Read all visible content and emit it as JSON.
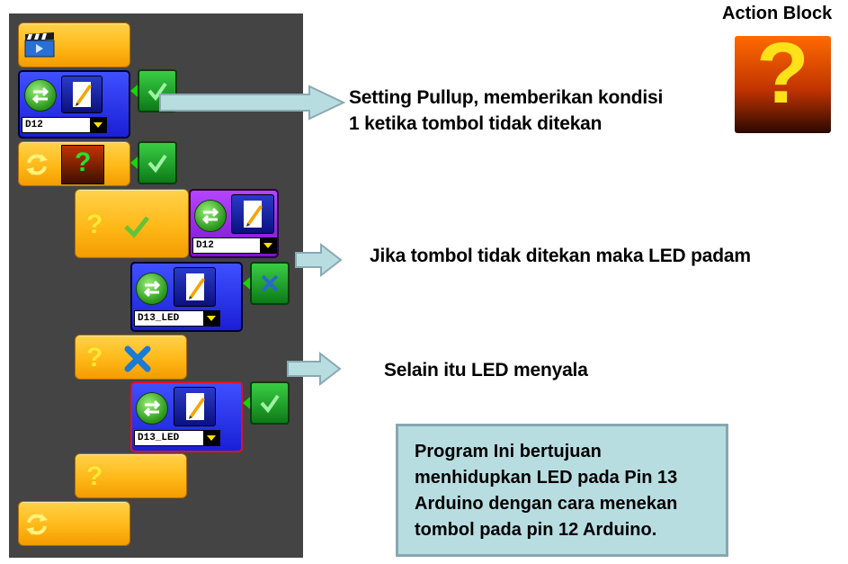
{
  "action_block": {
    "title": "Action Block",
    "icon": "question-icon"
  },
  "blocks": {
    "dropdown1": "D12",
    "dropdown2": "D12",
    "dropdown3": "D13_LED",
    "dropdown4": "D13_LED"
  },
  "annotations": {
    "pullup_line1": "Setting Pullup, memberikan kondisi",
    "pullup_line2": "1 ketika tombol tidak ditekan",
    "led_off": "Jika tombol tidak ditekan maka LED padam",
    "led_on": "Selain itu LED menyala"
  },
  "note": {
    "line1": "Program Ini bertujuan",
    "line2": "menhidupkan LED pada Pin 13",
    "line3": "Arduino dengan cara menekan",
    "line4": "tombol pada pin 12 Arduino."
  },
  "colors": {
    "panel": "#444444",
    "block_orange": "#ffb818",
    "block_blue": "#1a1fd6",
    "block_purple": "#7b14d0",
    "check_green": "#16d600",
    "note_bg": "#b7dde1",
    "selected_border": "#e0102a"
  }
}
